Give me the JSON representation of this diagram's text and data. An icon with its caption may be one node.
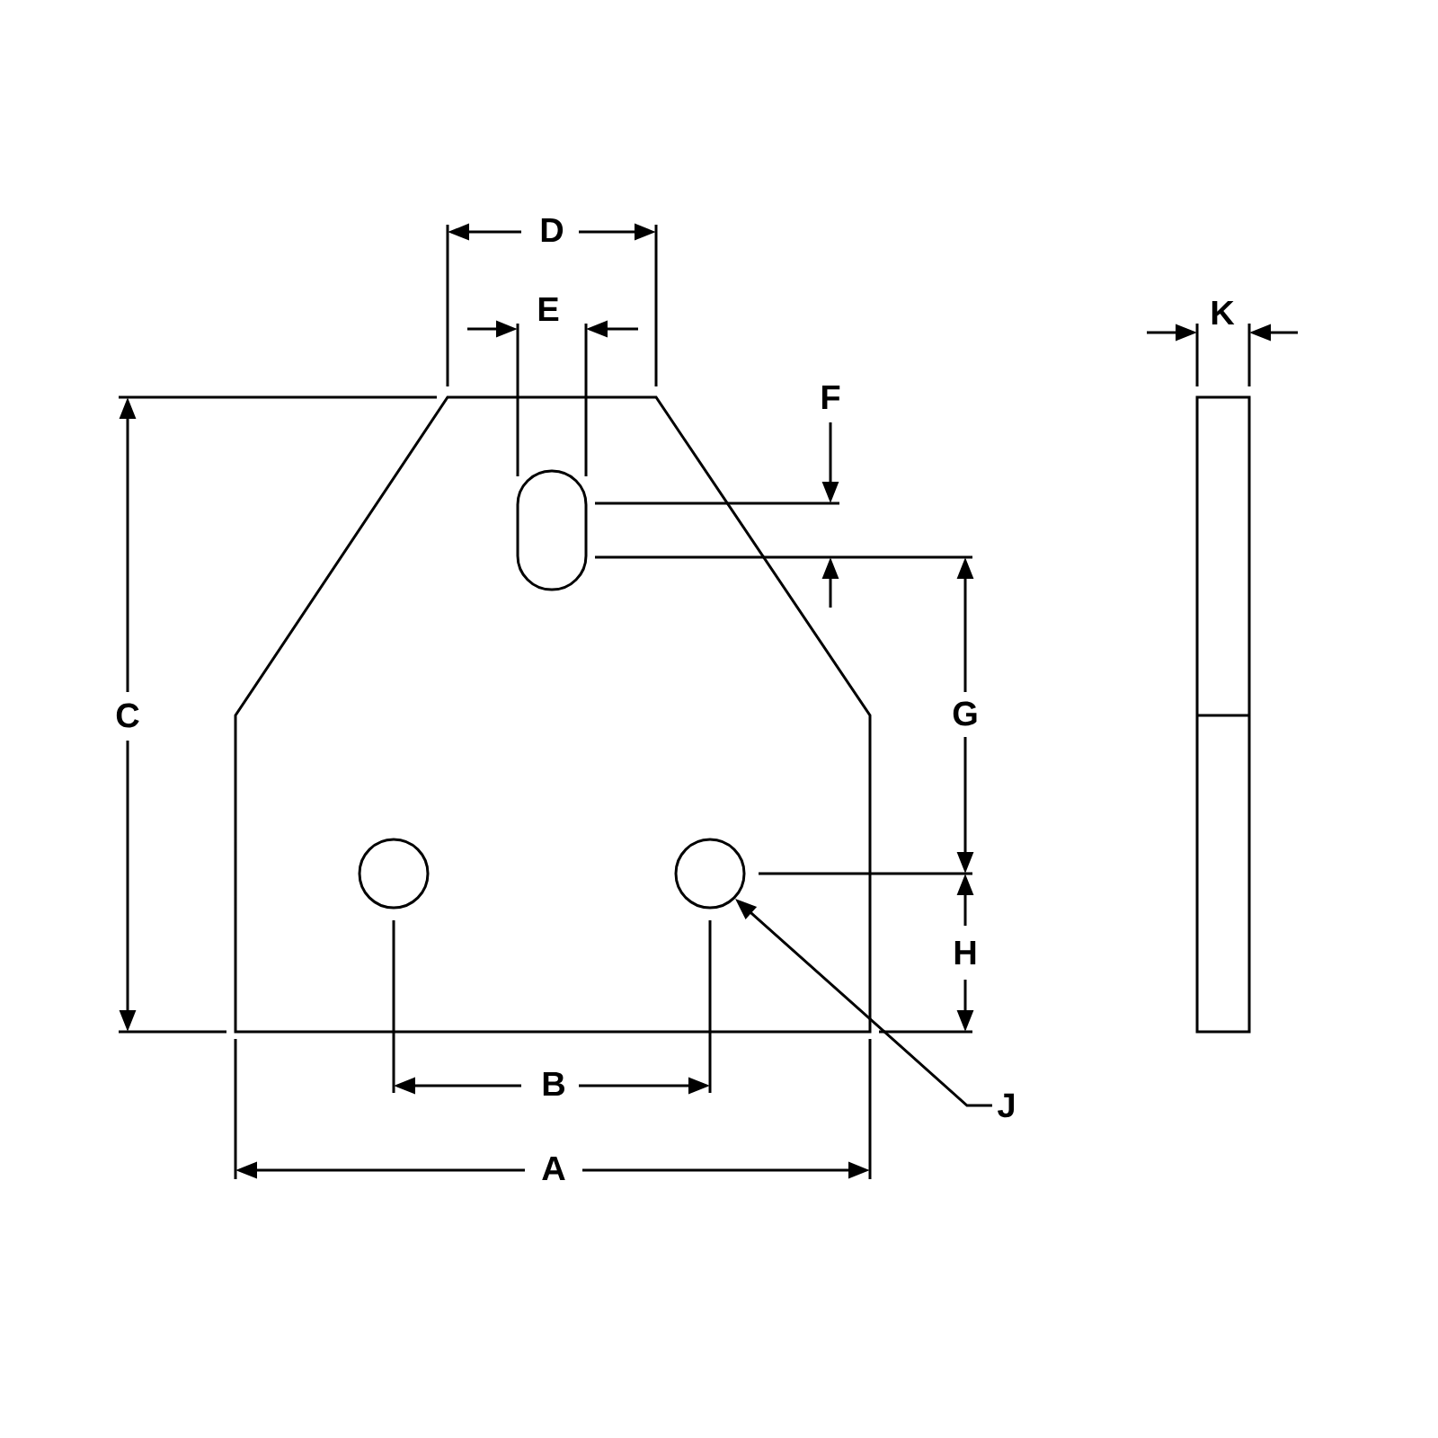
{
  "diagram": {
    "nodes": [
      {
        "text": [
          "J"
        ]
      },
      {
        "text": [],
        "shape": "circle"
      }
    ],
    "edges": [
      {
        "from": 0,
        "to": 1,
        "arrow": "to"
      }
    ],
    "labels": [
      "D",
      "E",
      "K",
      "F",
      "C",
      "G",
      "H",
      "B",
      "A"
    ]
  }
}
